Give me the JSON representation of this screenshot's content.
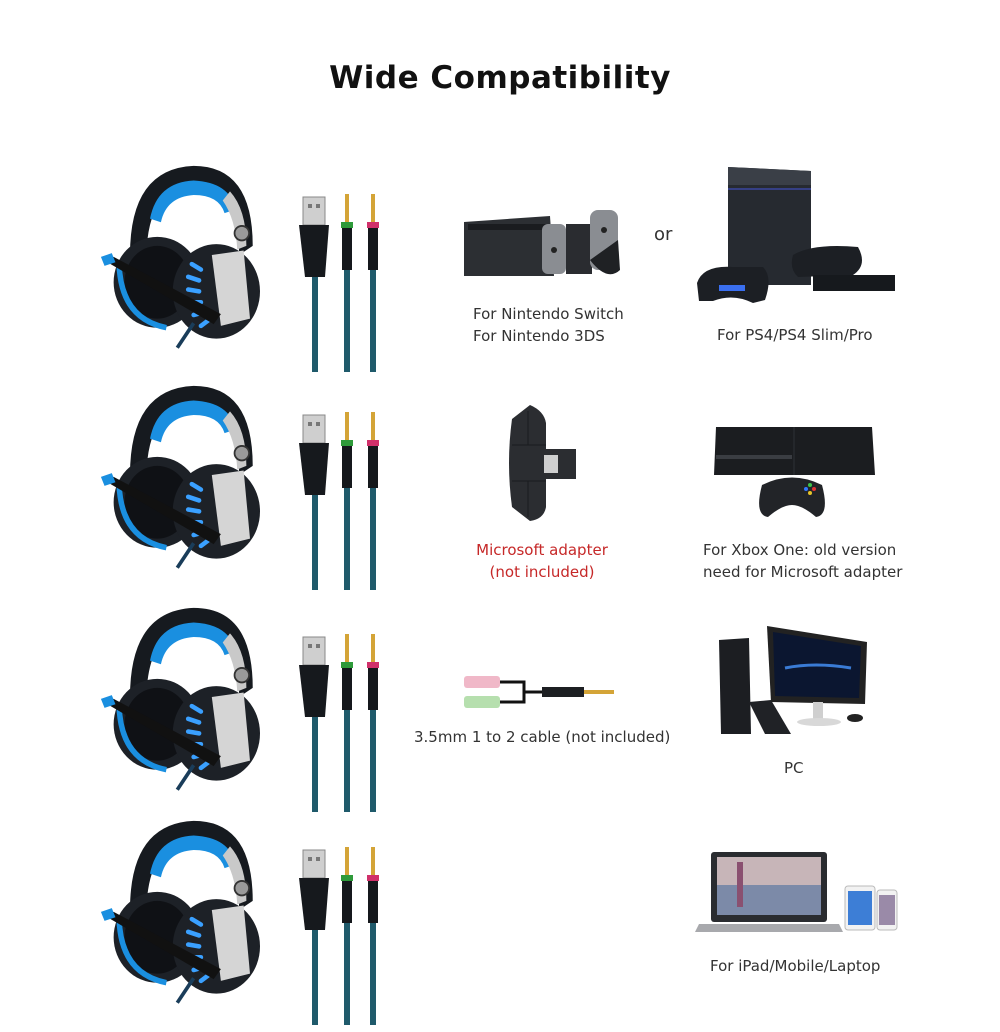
{
  "title": "Wide Compatibility",
  "colors": {
    "accent_blue": "#1a8fe0",
    "headset_black": "#161a1f",
    "caption_text": "#333333",
    "note_red": "#c62828",
    "cable_green": "#2e9a3a",
    "cable_pink": "#d0306a"
  },
  "rows": [
    {
      "headset_icon": "gaming-headset-icon",
      "cables_icon": "usb-and-3.5mm-plugs-icon",
      "middle": {
        "icon": "nintendo-switch-icon",
        "lines": [
          "For Nintendo Switch",
          "For Nintendo 3DS"
        ]
      },
      "connector": "or",
      "right": {
        "icon": "ps4-console-icon",
        "lines": [
          "For PS4/PS4 Slim/Pro"
        ]
      }
    },
    {
      "headset_icon": "gaming-headset-icon",
      "cables_icon": "usb-and-3.5mm-plugs-icon",
      "middle": {
        "icon": "xbox-stereo-adapter-icon",
        "lines": [
          "Microsoft adapter",
          "(not included)"
        ]
      },
      "right": {
        "icon": "xbox-one-console-icon",
        "lines": [
          "For Xbox One: old version",
          "need for Microsoft adapter"
        ]
      }
    },
    {
      "headset_icon": "gaming-headset-icon",
      "cables_icon": "usb-and-3.5mm-plugs-icon",
      "middle": {
        "icon": "splitter-cable-icon",
        "lines": [
          "3.5mm 1 to 2 cable (not included)"
        ]
      },
      "right": {
        "icon": "desktop-pc-icon",
        "lines": [
          "PC"
        ]
      }
    },
    {
      "headset_icon": "gaming-headset-icon",
      "cables_icon": "usb-and-3.5mm-plugs-icon",
      "right": {
        "icon": "laptop-tablet-phone-icon",
        "lines": [
          "For iPad/Mobile/Laptop"
        ]
      }
    }
  ]
}
